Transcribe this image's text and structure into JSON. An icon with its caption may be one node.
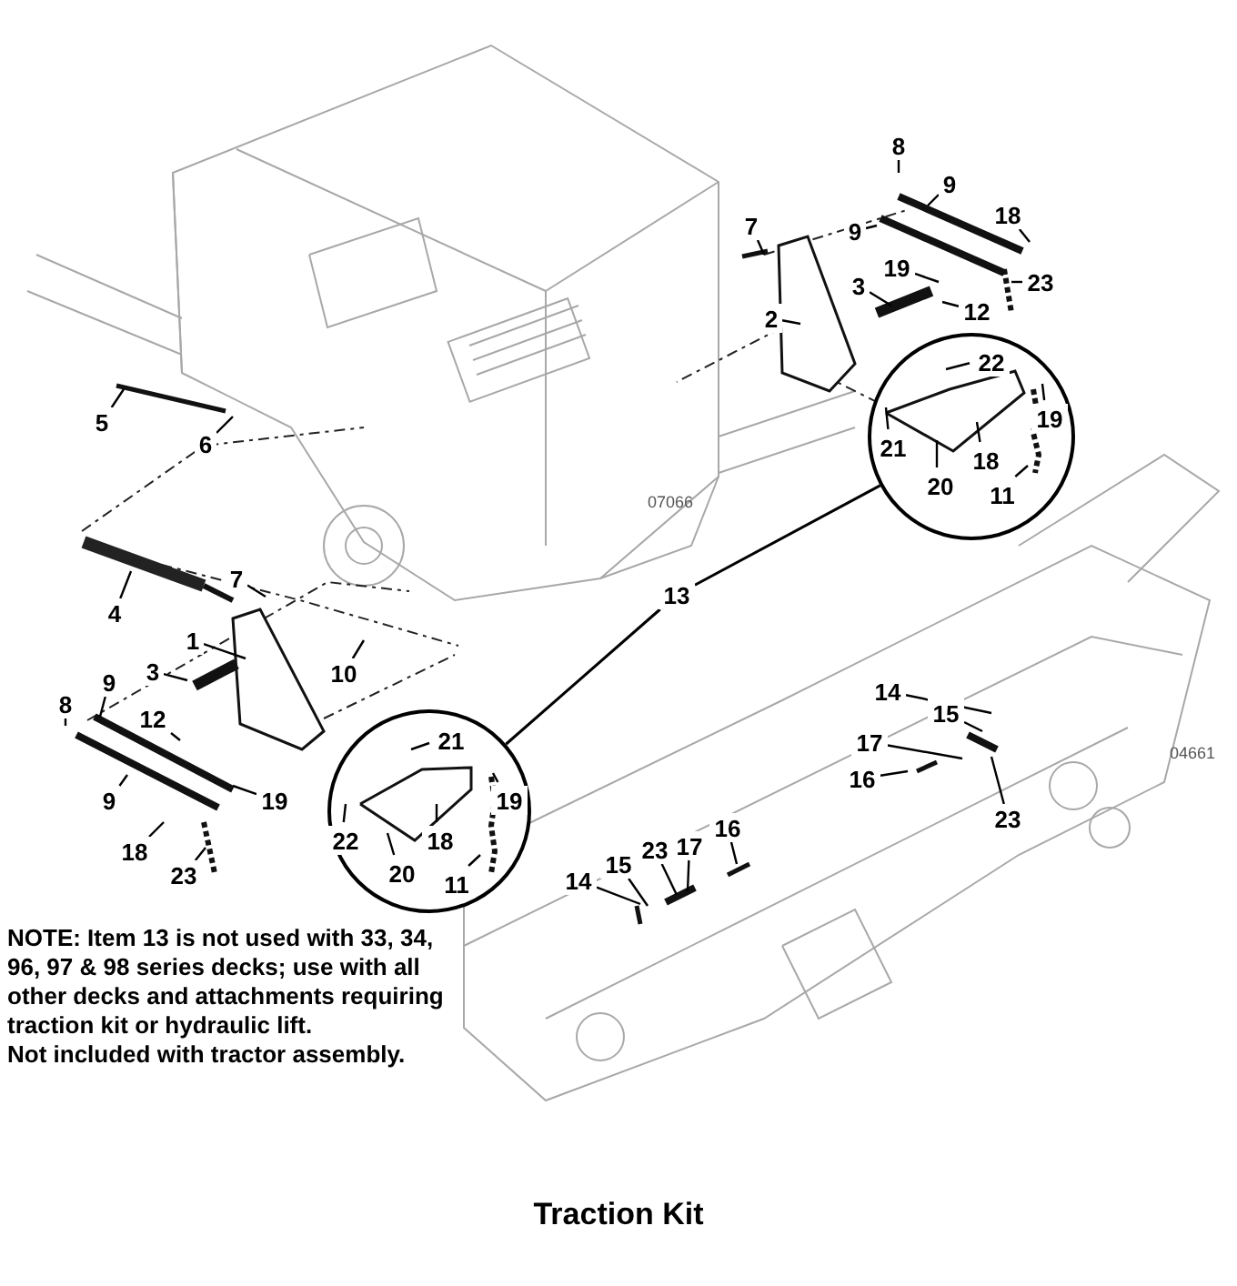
{
  "diagram": {
    "title": "Traction Kit",
    "nodes": [
      {
        "text": [
          "8"
        ]
      },
      {
        "text": [
          "9"
        ]
      },
      {
        "text": [
          "7"
        ]
      },
      {
        "text": [
          "18"
        ]
      },
      {
        "text": [
          "9"
        ]
      },
      {
        "text": [
          "19"
        ]
      },
      {
        "text": [
          "23"
        ]
      },
      {
        "text": [
          "3"
        ]
      },
      {
        "text": [
          "12"
        ]
      },
      {
        "text": [
          "2"
        ]
      },
      {
        "text": [],
        "shape": "circle"
      },
      {
        "text": [
          "22"
        ],
        "in": 10
      },
      {
        "text": [
          "21"
        ],
        "in": 10
      },
      {
        "text": [
          "20"
        ],
        "in": 10
      },
      {
        "text": [
          "18"
        ],
        "in": 10
      },
      {
        "text": [
          "19"
        ],
        "in": 10
      },
      {
        "text": [
          "11"
        ],
        "in": 10
      },
      {
        "text": [
          "5"
        ]
      },
      {
        "text": [
          "6"
        ]
      },
      {
        "text": [
          "4"
        ]
      },
      {
        "text": [
          "7"
        ]
      },
      {
        "text": [
          "1"
        ]
      },
      {
        "text": [
          "13"
        ]
      },
      {
        "text": [
          "10"
        ]
      },
      {
        "text": [
          "3"
        ]
      },
      {
        "text": [
          "9"
        ]
      },
      {
        "text": [
          "8"
        ]
      },
      {
        "text": [
          "12"
        ]
      },
      {
        "text": [
          "9"
        ]
      },
      {
        "text": [
          "19"
        ]
      },
      {
        "text": [
          "18"
        ]
      },
      {
        "text": [
          "23"
        ]
      },
      {
        "text": [],
        "shape": "circle"
      },
      {
        "text": [
          "21"
        ],
        "in": 32
      },
      {
        "text": [
          "22"
        ],
        "in": 32
      },
      {
        "text": [
          "18"
        ],
        "in": 32
      },
      {
        "text": [
          "19"
        ],
        "in": 32
      },
      {
        "text": [
          "20"
        ],
        "in": 32
      },
      {
        "text": [
          "11"
        ],
        "in": 32
      },
      {
        "text": [
          "14"
        ]
      },
      {
        "text": [
          "15"
        ]
      },
      {
        "text": [
          "17"
        ]
      },
      {
        "text": [
          "16"
        ]
      },
      {
        "text": [
          "23"
        ]
      },
      {
        "text": [
          "16"
        ]
      },
      {
        "text": [
          "23"
        ]
      },
      {
        "text": [
          "17"
        ]
      },
      {
        "text": [
          "15"
        ]
      },
      {
        "text": [
          "14"
        ]
      }
    ],
    "edges": [
      {
        "from": 0,
        "to": null,
        "arrow": "none"
      },
      {
        "from": 1,
        "to": null,
        "arrow": "none"
      },
      {
        "from": 2,
        "to": null,
        "arrow": "none"
      },
      {
        "from": 3,
        "to": null,
        "arrow": "none"
      },
      {
        "from": 4,
        "to": null,
        "arrow": "none"
      },
      {
        "from": 5,
        "to": null,
        "arrow": "none"
      },
      {
        "from": 6,
        "to": null,
        "arrow": "none"
      },
      {
        "from": 7,
        "to": null,
        "arrow": "none"
      },
      {
        "from": 8,
        "to": null,
        "arrow": "none"
      },
      {
        "from": 9,
        "to": null,
        "arrow": "none"
      },
      {
        "from": 11,
        "to": null,
        "arrow": "none"
      },
      {
        "from": 12,
        "to": null,
        "arrow": "none"
      },
      {
        "from": 13,
        "to": null,
        "arrow": "none"
      },
      {
        "from": 14,
        "to": null,
        "arrow": "none"
      },
      {
        "from": 15,
        "to": null,
        "arrow": "none"
      },
      {
        "from": 16,
        "to": null,
        "arrow": "none"
      },
      {
        "from": 17,
        "to": null,
        "arrow": "none"
      },
      {
        "from": 18,
        "to": null,
        "arrow": "none"
      },
      {
        "from": 19,
        "to": null,
        "arrow": "none"
      },
      {
        "from": 20,
        "to": null,
        "arrow": "none"
      },
      {
        "from": 21,
        "to": null,
        "arrow": "none"
      },
      {
        "from": 22,
        "to": 10,
        "arrow": "none"
      },
      {
        "from": 22,
        "to": 32,
        "arrow": "none"
      },
      {
        "from": 23,
        "to": null,
        "arrow": "none"
      },
      {
        "from": 24,
        "to": null,
        "arrow": "none"
      },
      {
        "from": 25,
        "to": null,
        "arrow": "none"
      },
      {
        "from": 26,
        "to": null,
        "arrow": "none"
      },
      {
        "from": 27,
        "to": null,
        "arrow": "none"
      },
      {
        "from": 28,
        "to": null,
        "arrow": "none"
      },
      {
        "from": 29,
        "to": null,
        "arrow": "none"
      },
      {
        "from": 30,
        "to": null,
        "arrow": "none"
      },
      {
        "from": 31,
        "to": null,
        "arrow": "none"
      },
      {
        "from": 33,
        "to": null,
        "arrow": "none"
      },
      {
        "from": 34,
        "to": null,
        "arrow": "none"
      },
      {
        "from": 35,
        "to": null,
        "arrow": "none"
      },
      {
        "from": 36,
        "to": null,
        "arrow": "none"
      },
      {
        "from": 37,
        "to": null,
        "arrow": "none"
      },
      {
        "from": 38,
        "to": null,
        "arrow": "none"
      },
      {
        "from": 39,
        "to": null,
        "arrow": "none"
      },
      {
        "from": 40,
        "to": null,
        "arrow": "none"
      },
      {
        "from": 41,
        "to": null,
        "arrow": "none"
      },
      {
        "from": 42,
        "to": null,
        "arrow": "none"
      },
      {
        "from": 43,
        "to": null,
        "arrow": "none"
      },
      {
        "from": 44,
        "to": null,
        "arrow": "none"
      },
      {
        "from": 45,
        "to": null,
        "arrow": "none"
      },
      {
        "from": 46,
        "to": null,
        "arrow": "none"
      },
      {
        "from": 47,
        "to": null,
        "arrow": "none"
      },
      {
        "from": 48,
        "to": null,
        "arrow": "none"
      }
    ],
    "labels": [
      "07066",
      "04661",
      "NOTE:  Item 13 is not used with 33, 34, 96, 97 & 98 series decks; use with all other decks and attachments requiring traction kit or hydraulic lift.",
      "Not included with tractor assembly."
    ]
  }
}
